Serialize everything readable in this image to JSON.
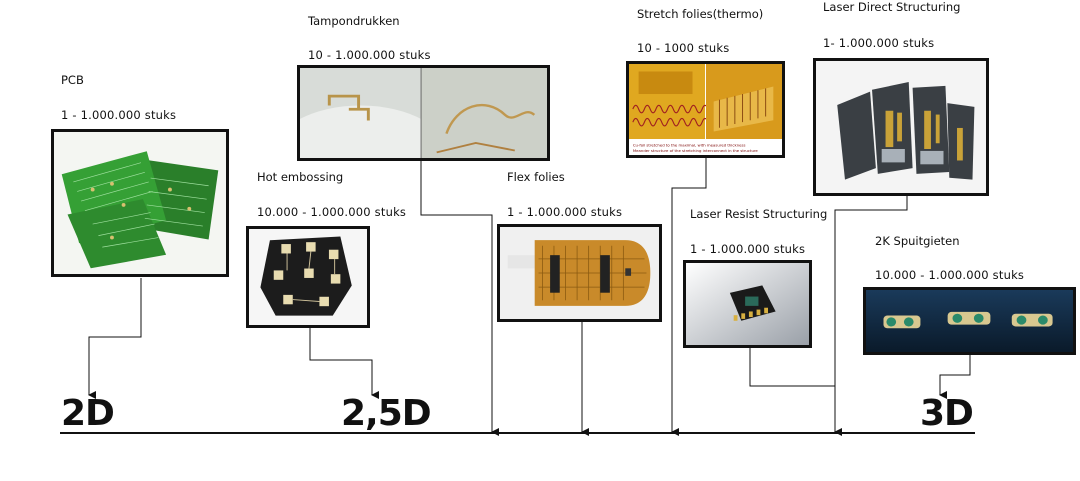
{
  "stages": {
    "2d": "2D",
    "25d": "2,5D",
    "3d": "3D"
  },
  "technologies": [
    {
      "name": "PCB",
      "quantity": "1 - 1.000.000  stuks"
    },
    {
      "name": "Tampondrukken",
      "quantity": "10 - 1.000.000  stuks"
    },
    {
      "name": "Hot embossing",
      "quantity": "10.000 - 1.000.000  stuks"
    },
    {
      "name": "Flex folies",
      "quantity": "1 - 1.000.000  stuks"
    },
    {
      "name": "Stretch folies(thermo)",
      "quantity": "10 - 1000  stuks"
    },
    {
      "name": "Laser Direct Structuring",
      "quantity": "1- 1.000.000  stuks"
    },
    {
      "name": "Laser Resist Structuring",
      "quantity": "1 - 1.000.000  stuks"
    },
    {
      "name": "2K Spuitgieten",
      "quantity": "10.000 - 1.000.000  stuks"
    }
  ],
  "colors": {
    "line": "#111111",
    "pcb_green": "#2e8b2e",
    "flex_copper": "#c98a2a",
    "stretch_yellow": "#e0a820"
  }
}
